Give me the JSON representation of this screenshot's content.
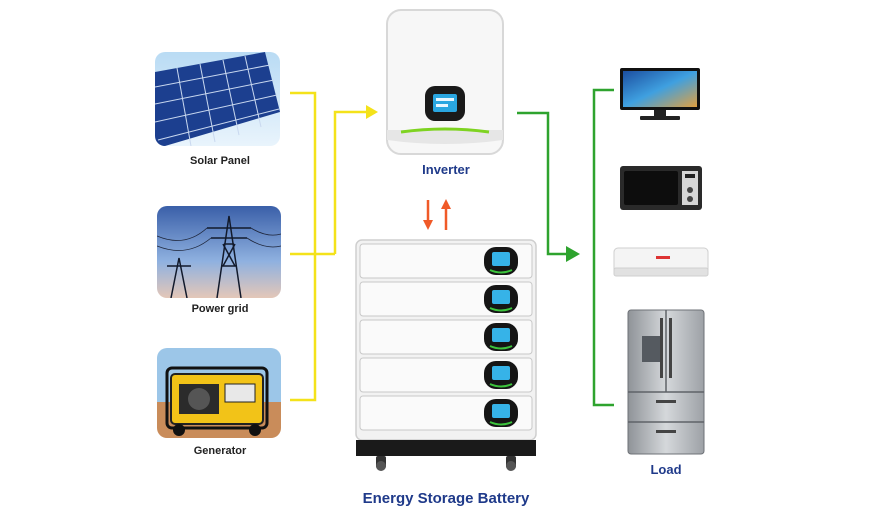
{
  "sources": {
    "solar_label": "Solar Panel",
    "grid_label": "Power grid",
    "generator_label": "Generator"
  },
  "inverter": {
    "label": "Inverter"
  },
  "battery": {
    "label": "Energy Storage Battery",
    "module_count": 5
  },
  "load": {
    "label": "Load"
  },
  "colors": {
    "source_lines": "#f4e21a",
    "load_lines": "#2ea32e",
    "exchange_arrows": "#f05a28",
    "label_text": "#1f3a8a"
  }
}
